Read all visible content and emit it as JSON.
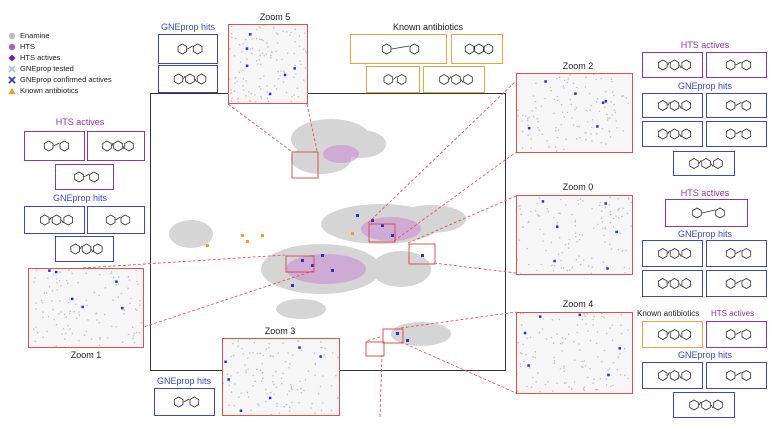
{
  "legend": {
    "items": [
      {
        "label": "Enamine",
        "marker": "circle",
        "color": "#bdbdbd"
      },
      {
        "label": "HTS",
        "marker": "circle",
        "color": "#b260c9"
      },
      {
        "label": "HTS actives",
        "marker": "diamond",
        "color": "#7a1f8f"
      },
      {
        "label": "GNEprop tested",
        "marker": "x",
        "color": "#9fc3e8"
      },
      {
        "label": "GNEprop confirmed actives",
        "marker": "x",
        "color": "#2436c9"
      },
      {
        "label": "Known antibiotics",
        "marker": "triangle",
        "color": "#f0a020"
      }
    ]
  },
  "headers": {
    "gneprop_hits_top": "GNEprop hits",
    "zoom5": "Zoom 5",
    "known_antibiotics_top": "Known antibiotics",
    "hts_actives_left": "HTS actives",
    "gneprop_hits_left": "GNEprop hits",
    "zoom1": "Zoom 1",
    "zoom3": "Zoom 3",
    "gneprop_hits_bottom": "GNEprop hits",
    "zoom2": "Zoom 2",
    "zoom0": "Zoom 0",
    "zoom4": "Zoom 4",
    "hts_actives_r1": "HTS actives",
    "gneprop_hits_r1": "GNEprop hits",
    "hts_actives_r2": "HTS actives",
    "gneprop_hits_r2": "GNEprop hits",
    "known_antibiotics_r3": "Known antibiotics",
    "hts_actives_r3": "HTS actives",
    "gneprop_hits_r3": "GNEprop hits"
  },
  "colors": {
    "hts_border": "#8a3a9c",
    "gneprop_border": "#3b49c8",
    "antibiotic_border": "#e5a93a",
    "zoom_border": "#e05050",
    "hts_title": "#8a3a9c",
    "gneprop_title": "#3b49c8"
  }
}
